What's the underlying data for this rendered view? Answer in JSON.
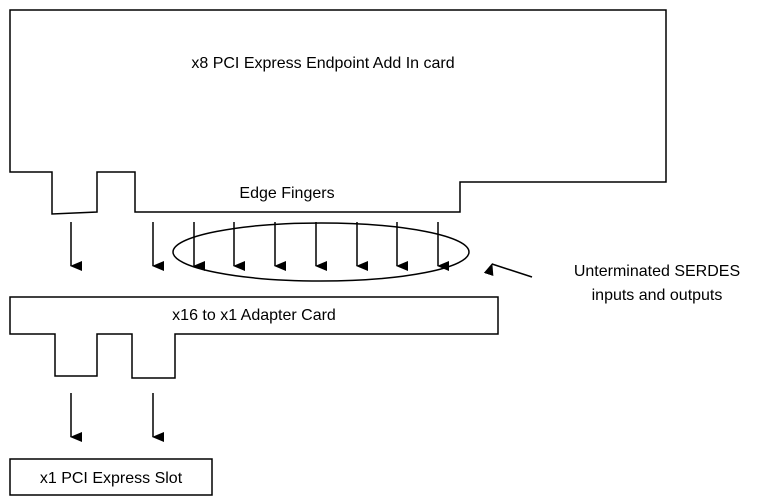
{
  "diagram": {
    "endpoint_card_label": "x8 PCI Express Endpoint Add In card",
    "edge_fingers_label": "Edge Fingers",
    "serdes_label_line1": "Unterminated SERDES",
    "serdes_label_line2": "inputs and outputs",
    "adapter_card_label": "x16 to x1 Adapter Card",
    "slot_label": "x1 PCI Express Slot"
  },
  "colors": {
    "stroke": "#000000",
    "background": "#ffffff"
  }
}
